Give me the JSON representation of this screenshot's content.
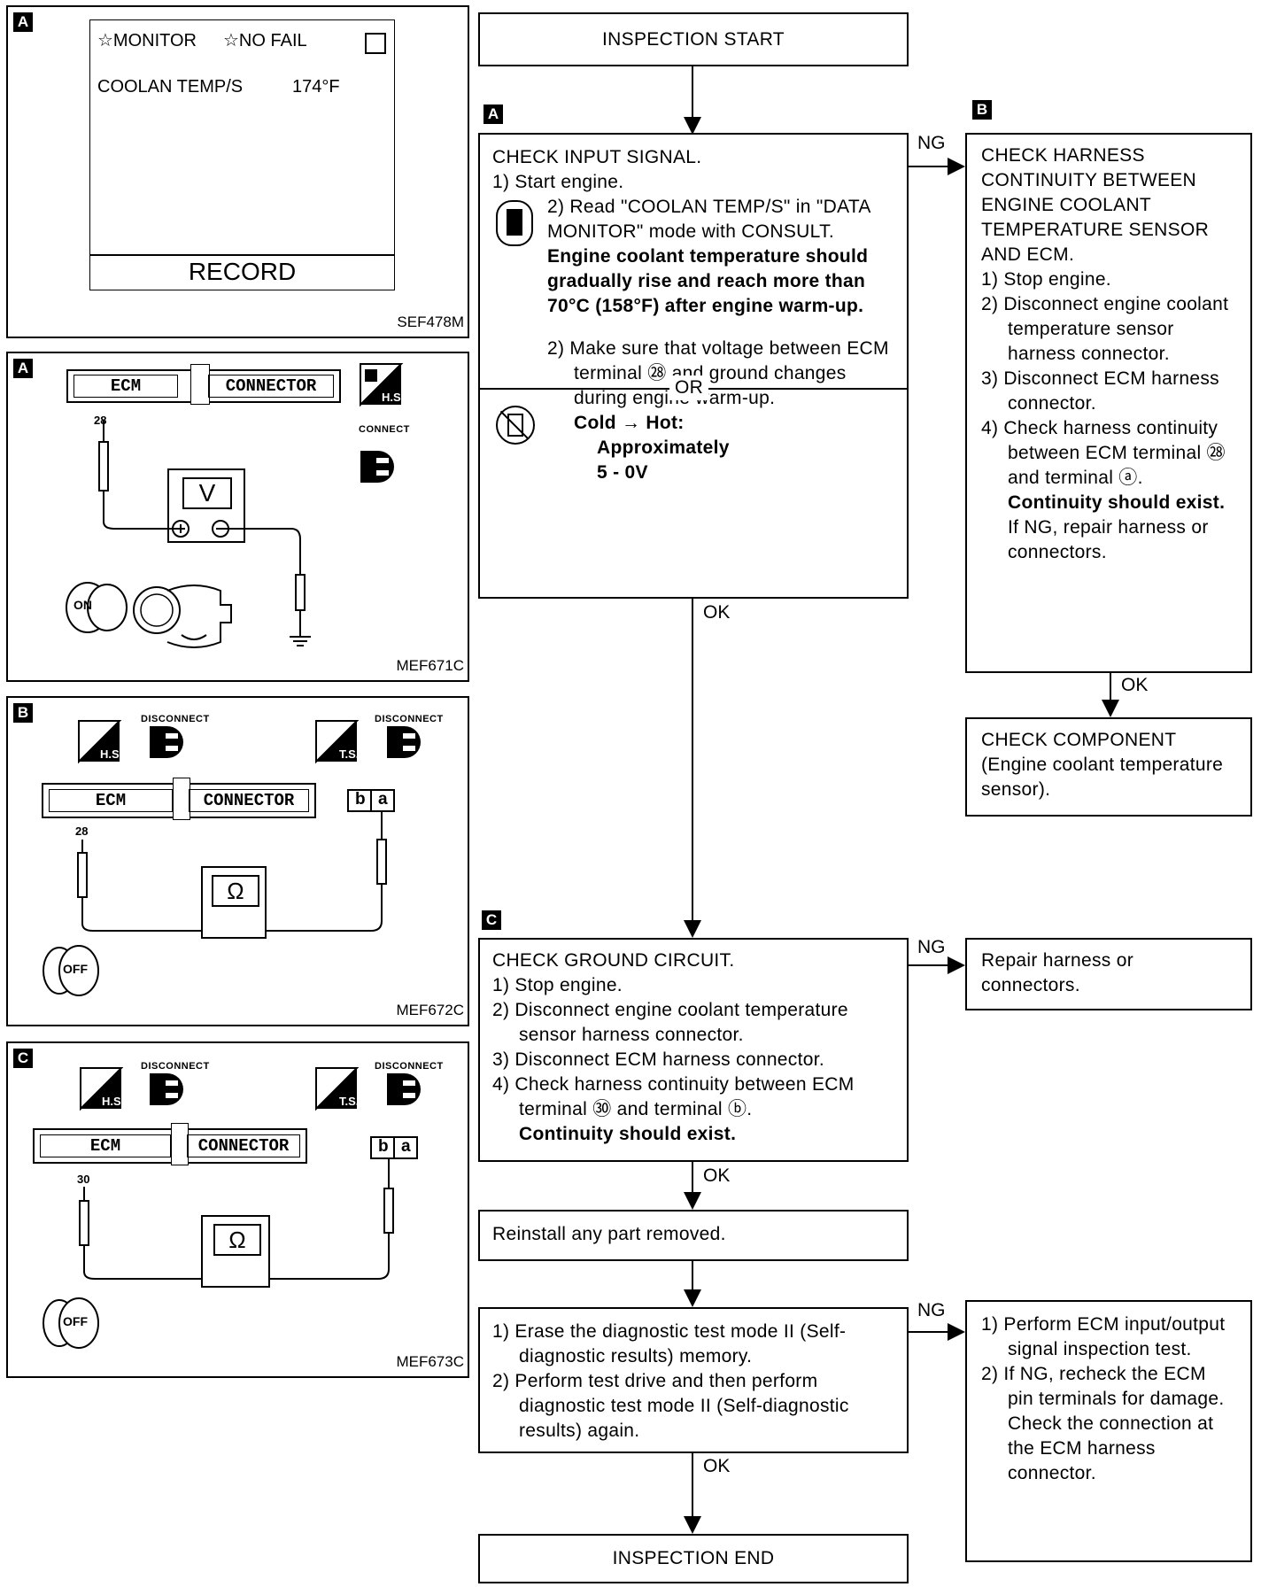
{
  "panels": {
    "a1": {
      "tag": "A",
      "monitor": "☆MONITOR",
      "no_fail": "☆NO FAIL",
      "row_label": "COOLAN TEMP/S",
      "row_value": "174°F",
      "record": "RECORD",
      "code": "SEF478M"
    },
    "a2": {
      "tag": "A",
      "ecm": "ECM",
      "connector": "CONNECTOR",
      "terminal": "28",
      "meter": "V",
      "hs": "H.S.",
      "connect": "CONNECT",
      "key": "ON",
      "code": "MEF671C"
    },
    "b": {
      "tag": "B",
      "ecm": "ECM",
      "connector": "CONNECTOR",
      "terminal": "28",
      "meter": "Ω",
      "hs": "H.S.",
      "ts": "T.S.",
      "disconnect": "DISCONNECT",
      "pin_b": "b",
      "pin_a": "a",
      "key": "OFF",
      "code": "MEF672C"
    },
    "c": {
      "tag": "C",
      "ecm": "ECM",
      "connector": "CONNECTOR",
      "terminal": "30",
      "meter": "Ω",
      "hs": "H.S.",
      "ts": "T.S.",
      "disconnect": "DISCONNECT",
      "pin_b": "b",
      "pin_a": "a",
      "key": "OFF",
      "code": "MEF673C"
    }
  },
  "flow": {
    "start": "INSPECTION START",
    "end": "INSPECTION END",
    "tag_a": "A",
    "tag_b": "B",
    "tag_c": "C",
    "a_title": "CHECK INPUT SIGNAL.",
    "a_l1": "1) Start engine.",
    "a_l2": "2) Read \"COOLAN TEMP/S\" in \"DATA MONITOR\" mode with CONSULT.",
    "a_bold": "Engine coolant temperature should gradually rise and reach more than 70°C (158°F) after engine warm-up.",
    "a_or": "OR",
    "a_l3": "2) Make sure that voltage between ECM terminal ㉘ and ground changes during engine warm-up.",
    "a_cold": "Cold → Hot:",
    "a_approx": "Approximately",
    "a_volt": "5 - 0V",
    "b_title": "CHECK HARNESS CONTINUITY BETWEEN ENGINE COOLANT TEMPERATURE SENSOR AND ECM.",
    "b_l1": "1) Stop engine.",
    "b_l2": "2) Disconnect engine coolant temperature sensor harness connector.",
    "b_l3": "3) Disconnect ECM harness connector.",
    "b_l4": "4) Check harness continuity between ECM terminal ㉘ and terminal ⓐ.",
    "b_bold": "Continuity should exist.",
    "b_l5": "If NG, repair harness or connectors.",
    "comp": "CHECK COMPONENT (Engine coolant temperature sensor).",
    "c_title": "CHECK GROUND CIRCUIT.",
    "c_l1": "1) Stop engine.",
    "c_l2": "2) Disconnect engine coolant temperature sensor harness connector.",
    "c_l3": "3) Disconnect ECM harness connector.",
    "c_l4": "4) Check harness continuity between ECM terminal ㉚ and terminal ⓑ.",
    "c_bold": "Continuity should exist.",
    "repair": "Repair harness or connectors.",
    "reinstall": "Reinstall any part removed.",
    "erase_l1": "1) Erase the diagnostic test mode II (Self-diagnostic results) memory.",
    "erase_l2": "2) Perform test drive and then perform diagnostic test mode II (Self-diagnostic results) again.",
    "ecm_l1": "1) Perform ECM input/output signal inspection test.",
    "ecm_l2": "2) If NG, recheck the ECM pin terminals for damage. Check the connection at the ECM harness connector.",
    "ng": "NG",
    "ok": "OK"
  }
}
